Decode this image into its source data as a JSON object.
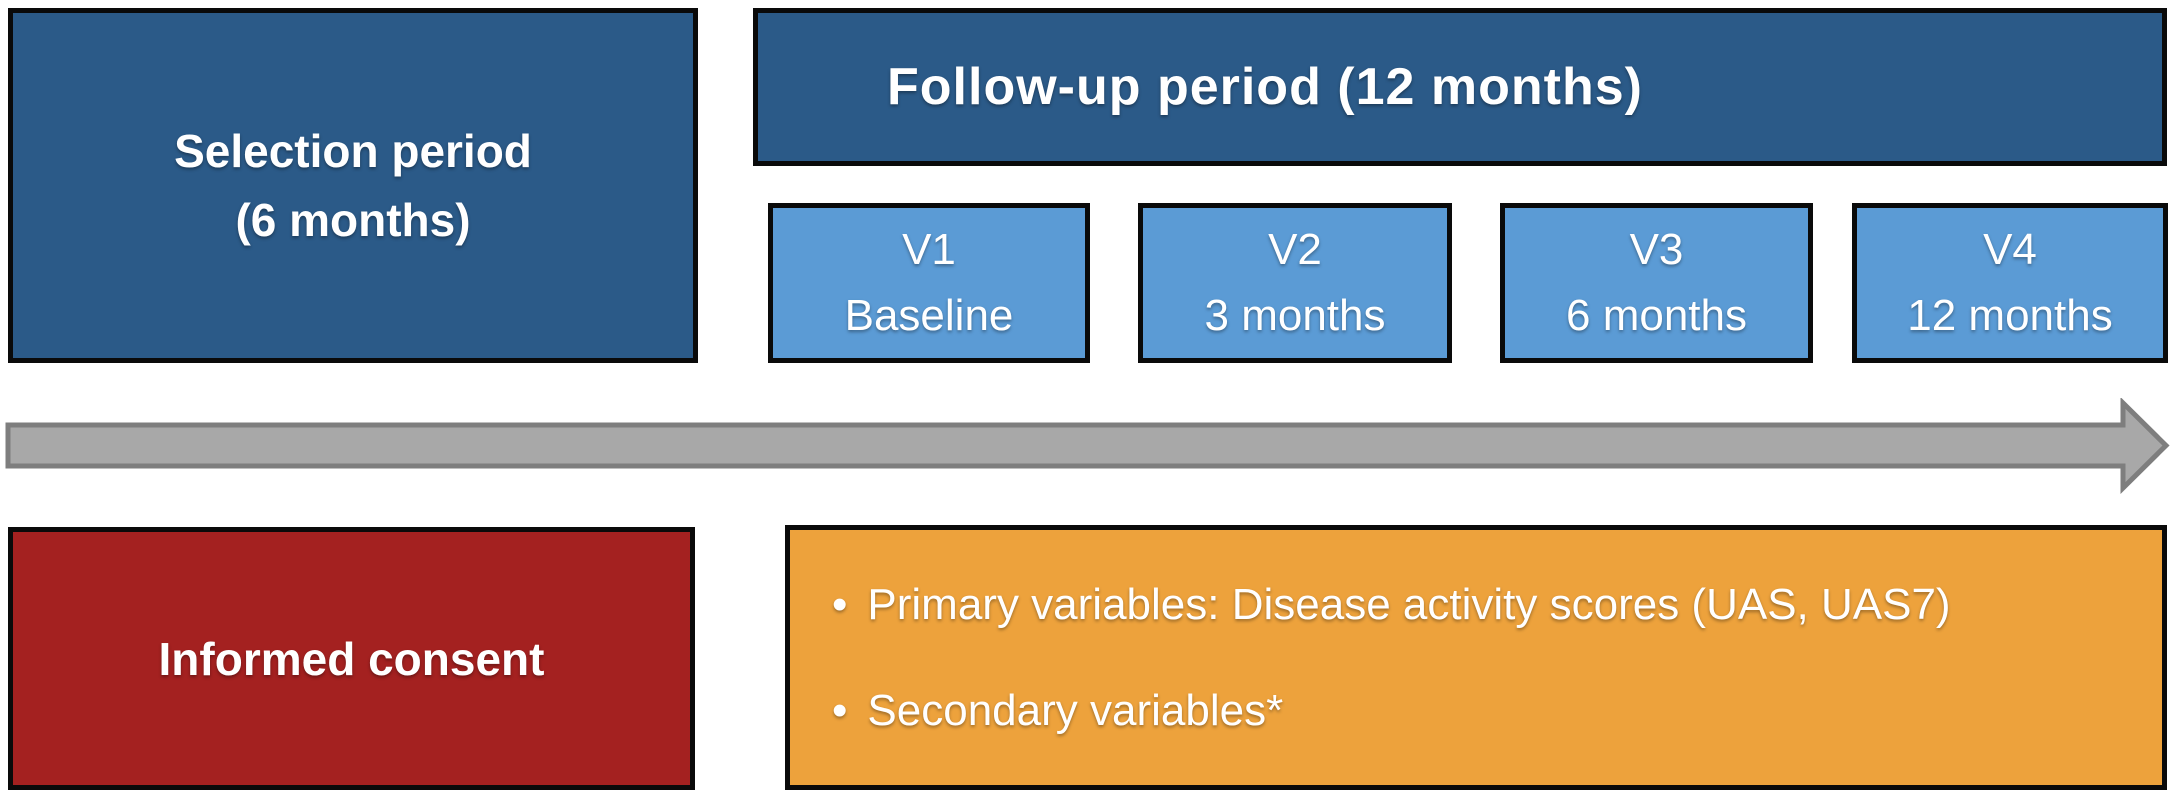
{
  "selection_period": {
    "line1": "Selection period",
    "line2": "(6 months)"
  },
  "followup": {
    "title": "Follow-up period (12 months)"
  },
  "visits": [
    {
      "code": "V1",
      "time": "Baseline"
    },
    {
      "code": "V2",
      "time": "3 months"
    },
    {
      "code": "V3",
      "time": "6 months"
    },
    {
      "code": "V4",
      "time": "12 months"
    }
  ],
  "informed_consent": {
    "label": "Informed consent"
  },
  "variables": {
    "bullet_char": "•",
    "items": [
      "Primary variables: Disease activity scores (UAS, UAS7)",
      "Secondary variables*"
    ]
  },
  "colors": {
    "dark_blue": "#2b5a88",
    "light_blue": "#5b9bd5",
    "dark_red": "#a42120",
    "orange": "#eda23c",
    "arrow_fill": "#a8a8a8",
    "arrow_border": "#7e7e7e",
    "box_border": "#0a0a0a",
    "text": "#ffffff"
  }
}
